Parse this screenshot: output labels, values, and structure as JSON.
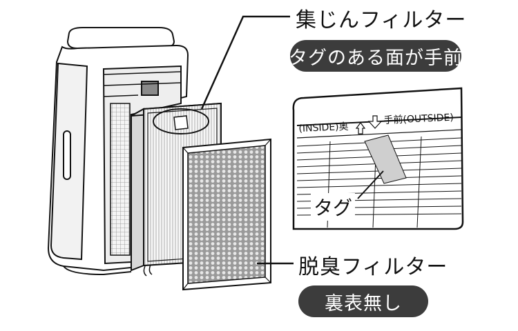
{
  "labels": {
    "dust_filter": "集じんフィルター",
    "dust_filter_note": "タグのある面が手前",
    "inside_text": "(INSIDE)奥",
    "outside_text": "手前(OUTSIDE)",
    "tag": "タグ",
    "deodorizing_filter": "脱臭フィルター",
    "deodorizing_filter_note": "裏表無し"
  },
  "colors": {
    "pill_fill": "#3c3c3c",
    "tag_fill": "#cfcfcf",
    "line": "#111111",
    "background": "#ffffff"
  }
}
